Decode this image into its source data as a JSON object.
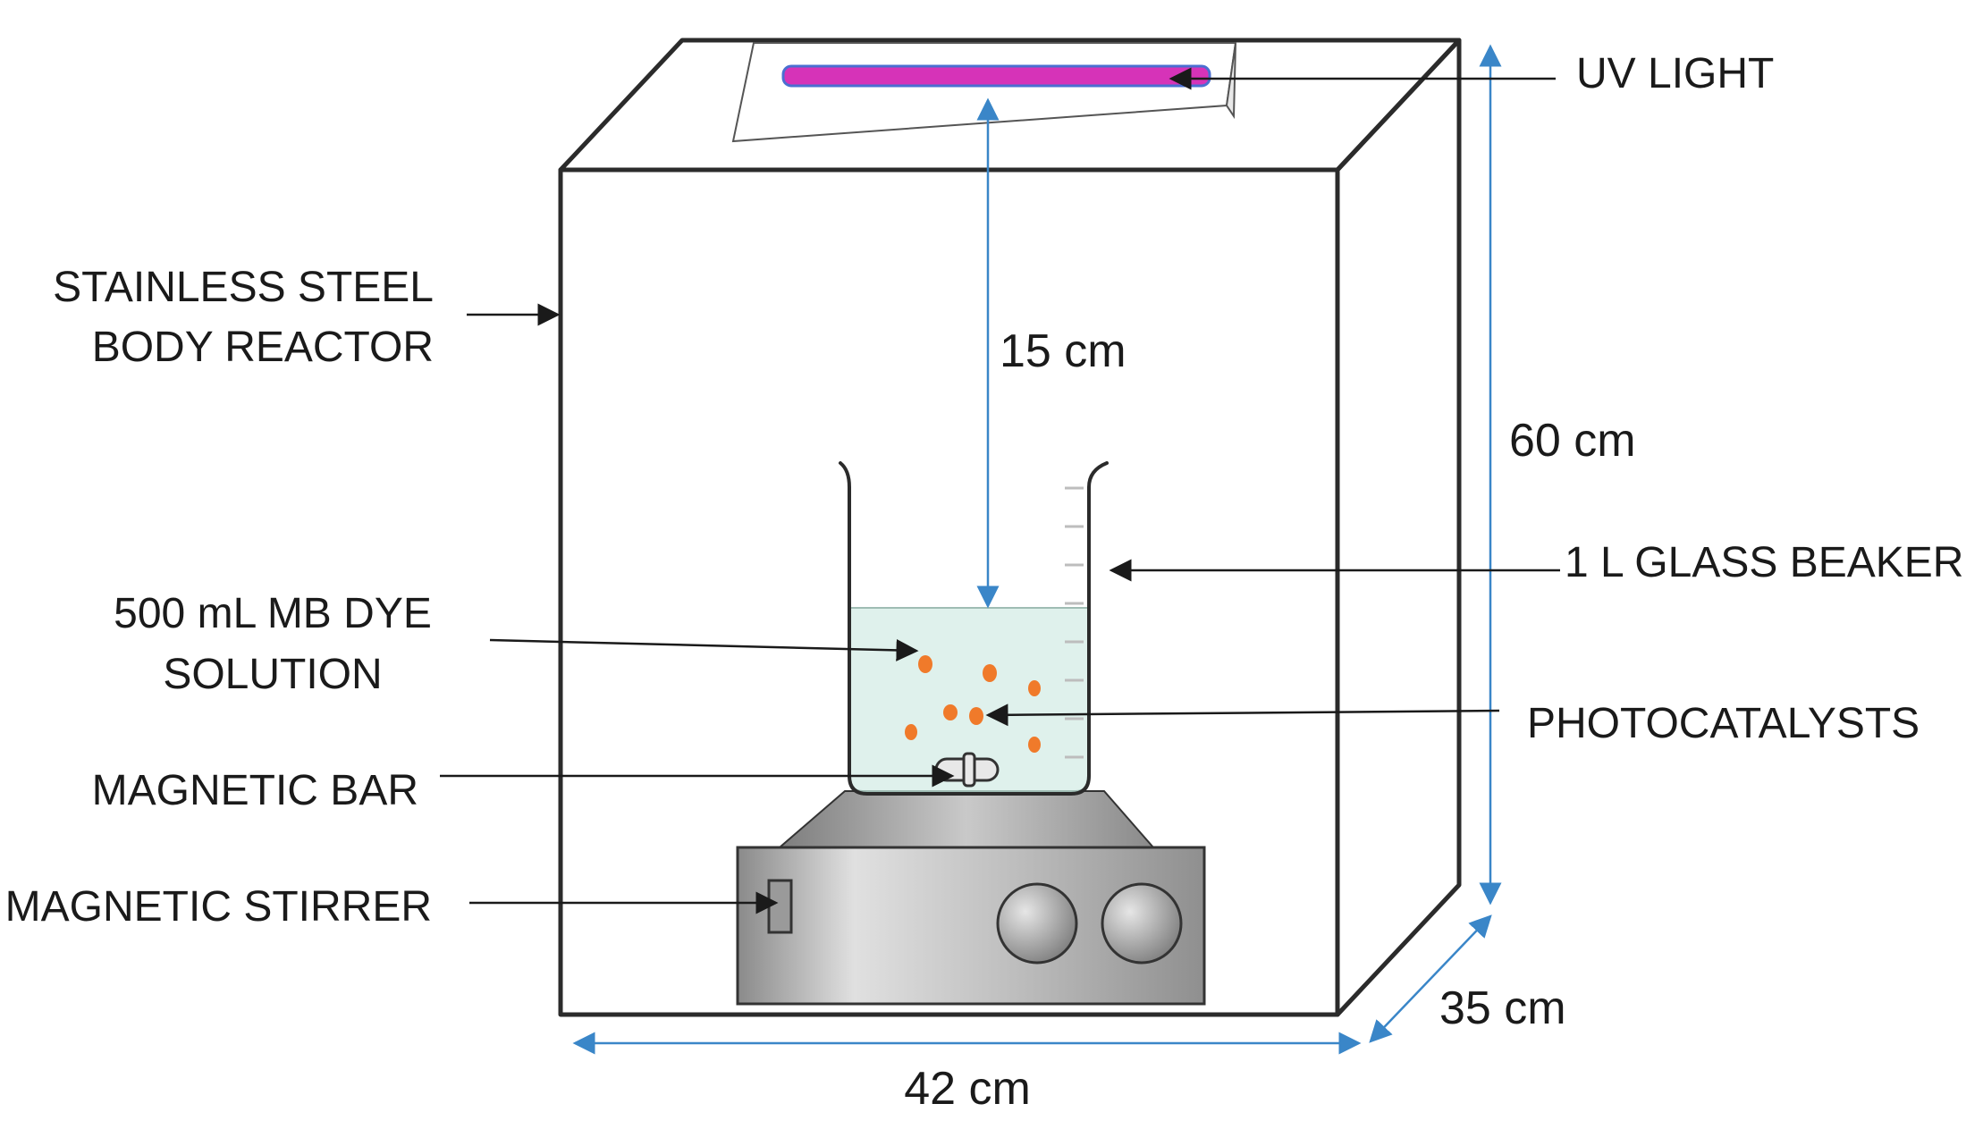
{
  "labels": {
    "uv_light": "UV LIGHT",
    "reactor_line1": "STAINLESS STEEL",
    "reactor_line2": "BODY REACTOR",
    "beaker": "1 L GLASS BEAKER",
    "solution_line1": "500 mL MB DYE",
    "solution_line2": "SOLUTION",
    "photocatalysts": "PHOTOCATALYSTS",
    "magnetic_bar": "MAGNETIC BAR",
    "magnetic_stirrer": "MAGNETIC STIRRER"
  },
  "dimensions": {
    "height": "60 cm",
    "width": "42 cm",
    "depth": "35 cm",
    "light_distance": "15 cm"
  },
  "colors": {
    "outline": "#2b2b2b",
    "dimension_line": "#3a86c8",
    "uv_tube": "#d633b8",
    "uv_tube_edge": "#4a6fd1",
    "solution": "#dff1ec",
    "particles": "#f07a2a",
    "stirrer_body": "#b8b8b8"
  }
}
